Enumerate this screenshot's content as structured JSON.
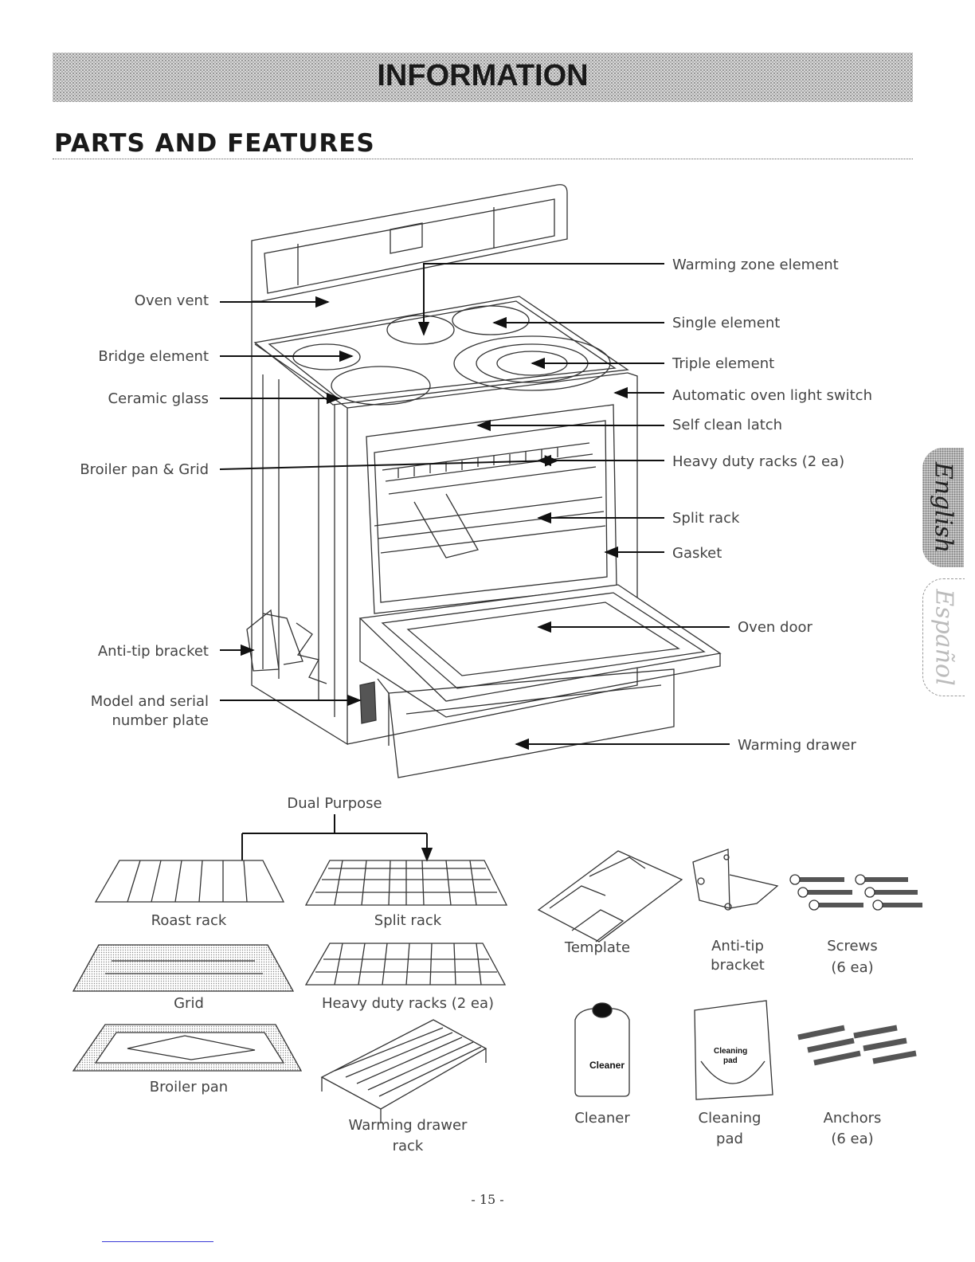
{
  "header": {
    "banner": "INFORMATION",
    "section_title": "PARTS AND FEATURES"
  },
  "side_tabs": {
    "english": "English",
    "spanish": "Español"
  },
  "callouts": {
    "left": [
      "Oven vent",
      "Bridge element",
      "Ceramic glass",
      "Broiler pan & Grid",
      "Anti-tip bracket",
      "Model and serial",
      "number plate"
    ],
    "right": [
      "Warming zone element",
      "Single element",
      "Triple element",
      "Automatic oven light switch",
      "Self clean latch",
      "Heavy duty racks (2 ea)",
      "Split rack",
      "Gasket",
      "Oven door",
      "Warming drawer"
    ]
  },
  "accessories": {
    "dual_purpose": "Dual Purpose",
    "left": [
      "Roast rack",
      "Split rack",
      "Grid",
      "Heavy duty racks (2 ea)",
      "Broiler pan",
      "Warming drawer",
      "rack"
    ],
    "right": [
      "Template",
      "Anti-tip",
      "bracket",
      "Screws",
      "(6 ea)",
      "Cleaner",
      "Cleaning",
      "pad",
      "Anchors",
      "(6 ea)"
    ],
    "product_text": {
      "cleaner_bottle": "Cleaner",
      "pad_bag_1": "Cleaning",
      "pad_bag_2": "pad"
    }
  },
  "footer": {
    "page_number": "- 15 -"
  }
}
